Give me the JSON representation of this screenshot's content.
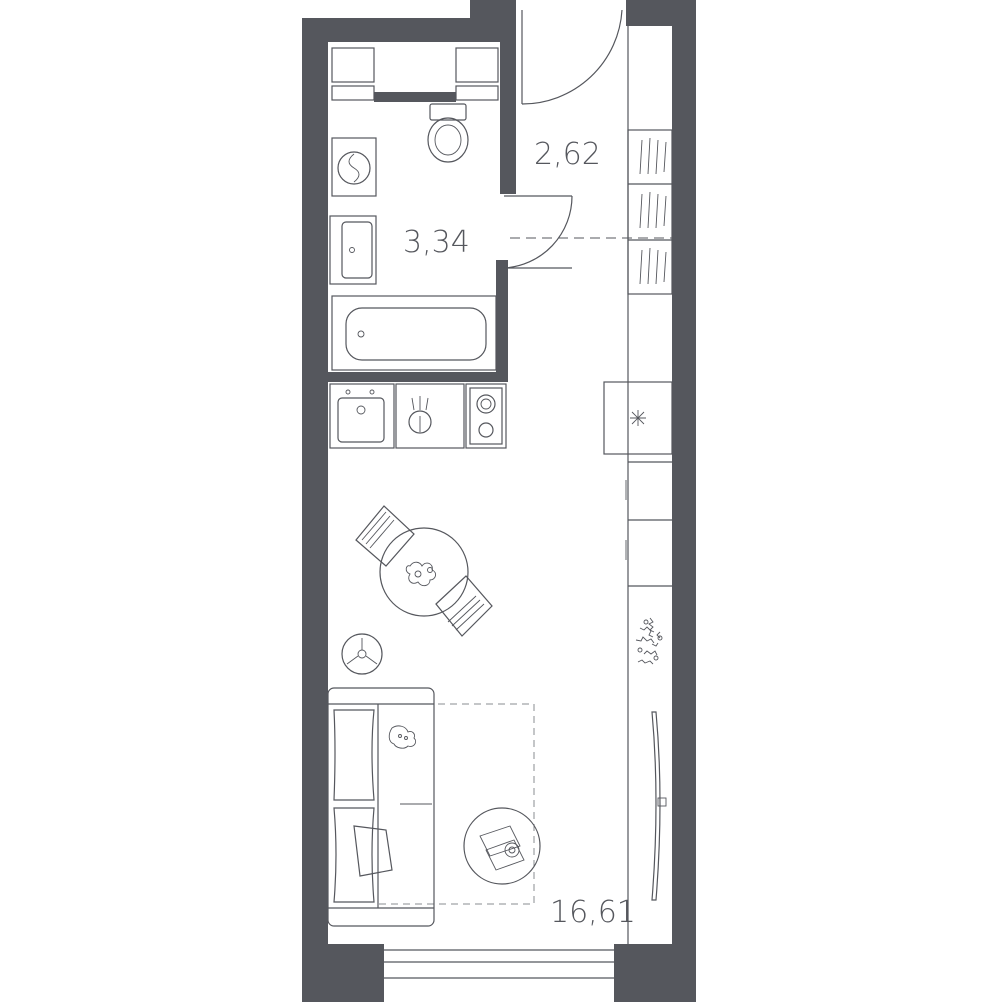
{
  "rooms": [
    {
      "name": "bathroom",
      "area": "3,34"
    },
    {
      "name": "hallway",
      "area": "2,62"
    },
    {
      "name": "living-room",
      "area": "16,61"
    }
  ],
  "colors": {
    "wall": "#55575d",
    "line": "#55575d",
    "background": "#ffffff"
  },
  "icons": [
    "door-swing-icon",
    "toilet-icon",
    "washing-machine-icon",
    "sink-icon",
    "bathtub-icon",
    "kitchen-sink-icon",
    "hood-icon",
    "cooktop-icon",
    "fridge-icon",
    "dining-table-icon",
    "chair-icon",
    "stool-icon",
    "sofa-icon",
    "coffee-table-icon",
    "plant-icon",
    "tv-icon",
    "window-icon"
  ]
}
